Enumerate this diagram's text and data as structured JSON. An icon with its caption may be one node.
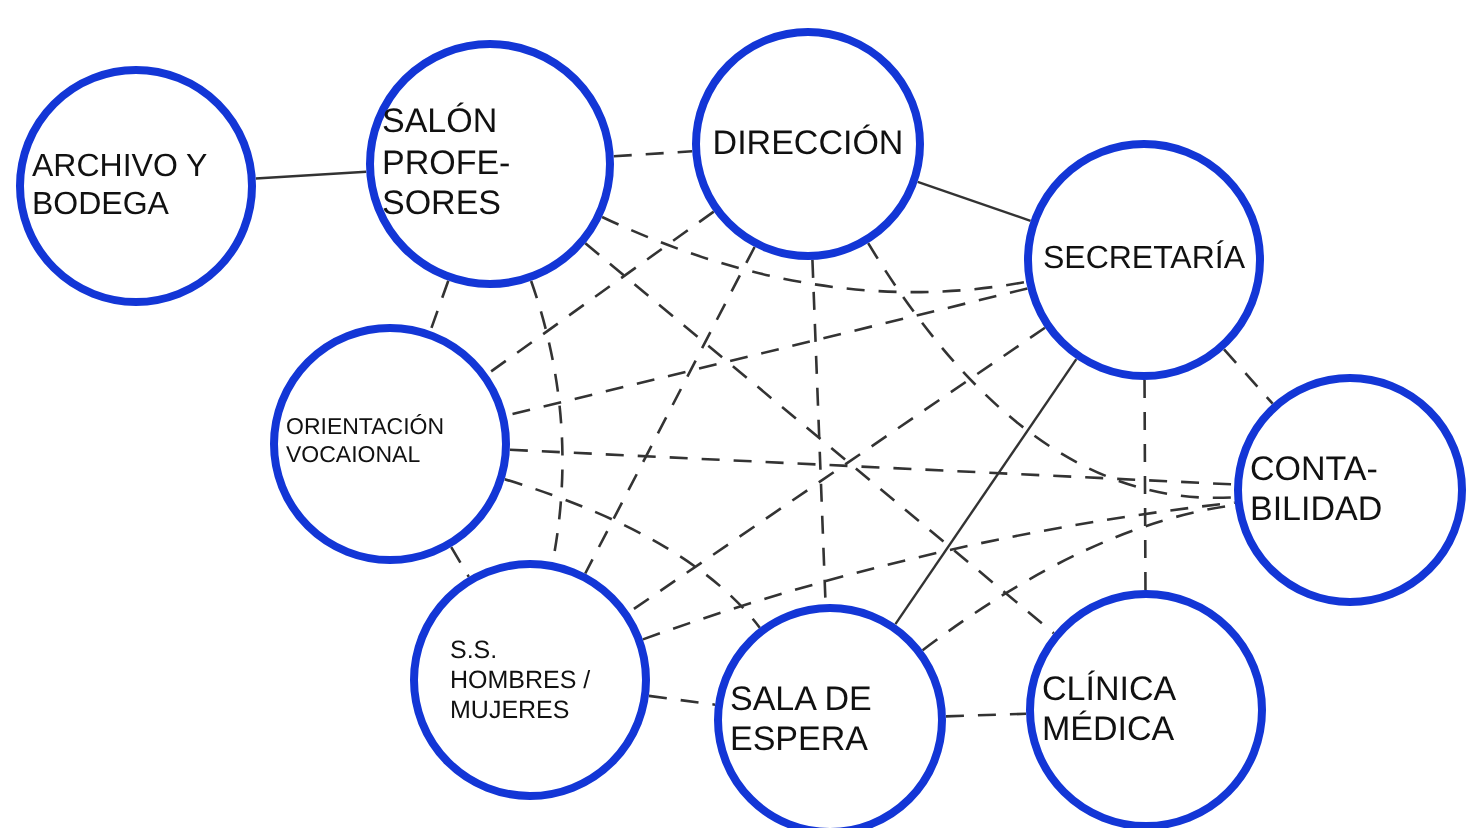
{
  "diagram": {
    "nodes": [
      {
        "text": [
          "ARCHIVO Y BODEGA"
        ]
      },
      {
        "text": [
          "SALÓN PROFE- SORES"
        ]
      },
      {
        "text": [
          "DIRECCIÓN"
        ]
      },
      {
        "text": [
          "SECRETARÍA"
        ]
      },
      {
        "text": [
          "ORIENTACIÓN VOCAIONAL"
        ]
      },
      {
        "text": [
          "CONTA- BILIDAD"
        ]
      },
      {
        "text": [
          "S.S. HOMBRES / MUJERES"
        ]
      },
      {
        "text": [
          "SALA DE ESPERA"
        ]
      },
      {
        "text": [
          "CLÍNICA MÉDICA"
        ]
      }
    ],
    "edges": [
      {
        "from": 0,
        "to": 1,
        "arrow": "none"
      },
      {
        "from": 2,
        "to": 3,
        "arrow": "none"
      },
      {
        "from": 3,
        "to": 7,
        "arrow": "none"
      },
      {
        "from": 1,
        "to": 2,
        "arrow": "none",
        "style": "dashed"
      },
      {
        "from": 1,
        "to": 4,
        "arrow": "none",
        "style": "dashed"
      },
      {
        "from": 1,
        "to": 6,
        "arrow": "none",
        "style": "dashed"
      },
      {
        "from": 1,
        "to": 3,
        "arrow": "none",
        "style": "dashed"
      },
      {
        "from": 1,
        "to": 8,
        "arrow": "none",
        "style": "dashed"
      },
      {
        "from": 2,
        "to": 4,
        "arrow": "none",
        "style": "dashed"
      },
      {
        "from": 2,
        "to": 6,
        "arrow": "none",
        "style": "dashed"
      },
      {
        "from": 2,
        "to": 7,
        "arrow": "none",
        "style": "dashed"
      },
      {
        "from": 2,
        "to": 5,
        "arrow": "none",
        "style": "dashed"
      },
      {
        "from": 3,
        "to": 4,
        "arrow": "none",
        "style": "dashed"
      },
      {
        "from": 3,
        "to": 6,
        "arrow": "none",
        "style": "dashed"
      },
      {
        "from": 3,
        "to": 8,
        "arrow": "none",
        "style": "dashed"
      },
      {
        "from": 3,
        "to": 5,
        "arrow": "none",
        "style": "dashed"
      },
      {
        "from": 4,
        "to": 5,
        "arrow": "none",
        "style": "dashed"
      },
      {
        "from": 4,
        "to": 7,
        "arrow": "none",
        "style": "dashed"
      },
      {
        "from": 4,
        "to": 6,
        "arrow": "none",
        "style": "dashed"
      },
      {
        "from": 6,
        "to": 5,
        "arrow": "none",
        "style": "dashed"
      },
      {
        "from": 7,
        "to": 5,
        "arrow": "none",
        "style": "dashed"
      },
      {
        "from": 6,
        "to": 7,
        "arrow": "none",
        "style": "dashed"
      },
      {
        "from": 7,
        "to": 8,
        "arrow": "none",
        "style": "dashed"
      }
    ]
  }
}
